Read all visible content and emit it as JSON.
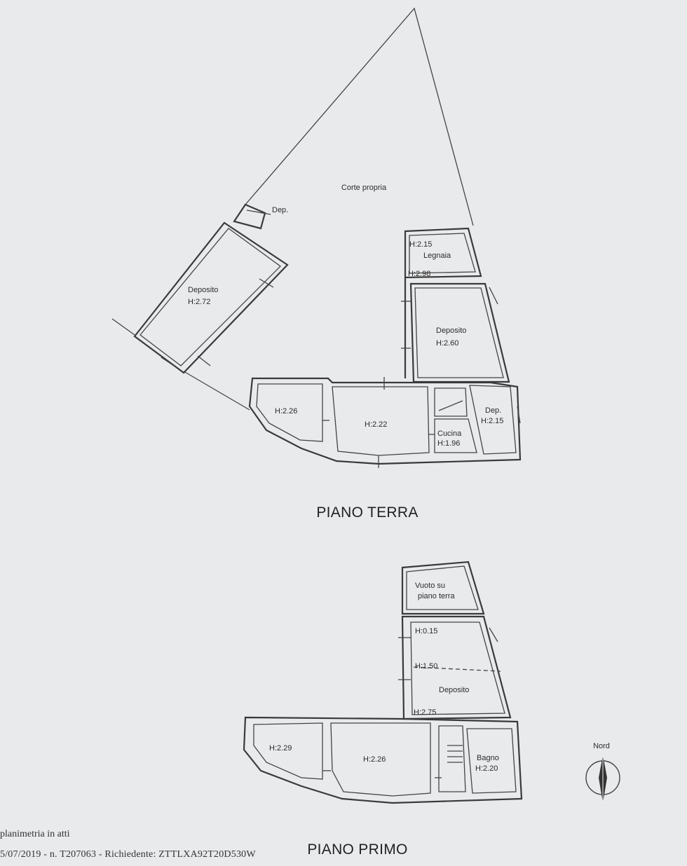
{
  "piano_terra": {
    "title": "PIANO TERRA",
    "rooms": {
      "corte": "Corte propria",
      "dep_small": "Dep.",
      "deposito_left_name": "Deposito",
      "deposito_left_h": "H:2.72",
      "legnaia_h1": "H:2.15",
      "legnaia_name": "Legnaia",
      "legnaia_h2": "H:2.98",
      "deposito_right_name": "Deposito",
      "deposito_right_h": "H:2.60",
      "room_a_h": "H:2.26",
      "room_b_h": "H:2.22",
      "cucina_name": "Cucina",
      "cucina_h": "H:1.96",
      "dep_right_name": "Dep.",
      "dep_right_h": "H:2.15"
    }
  },
  "piano_primo": {
    "title": "PIANO PRIMO",
    "rooms": {
      "vuoto_line1": "Vuoto su",
      "vuoto_line2": "piano terra",
      "h_015": "H:0.15",
      "h_150": "H:1.50",
      "deposito_name": "Deposito",
      "h_275": "H:2.75",
      "room_a_h": "H:2.29",
      "room_b_h": "H:2.26",
      "bagno_name": "Bagno",
      "bagno_h": "H:2.20"
    }
  },
  "compass": {
    "label": "Nord",
    "icon": "north-arrow-icon"
  },
  "footer": {
    "line1": "planimetria in atti",
    "line2": "5/07/2019 - n. T207063 - Richiedente: ZTTLXA92T20D530W"
  }
}
